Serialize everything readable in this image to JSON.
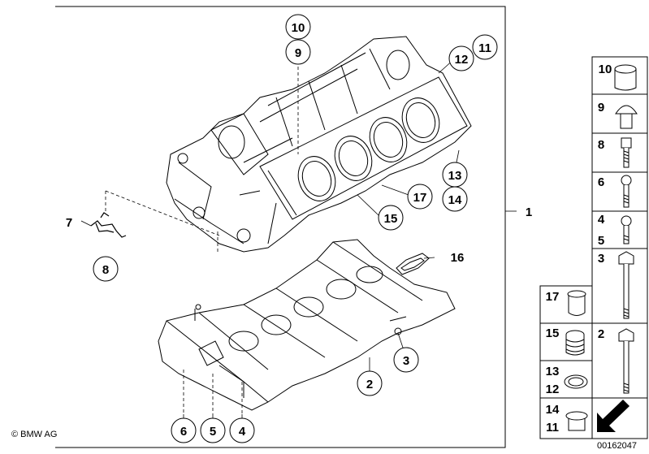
{
  "diagram": {
    "callouts": {
      "c10": "10",
      "c9": "9",
      "c11": "11",
      "c12": "12",
      "c13": "13",
      "c14": "14",
      "c17": "17",
      "c15": "15",
      "c7": "7",
      "c8": "8",
      "c16": "16",
      "c1": "1",
      "c3": "3",
      "c2": "2",
      "c6": "6",
      "c5": "5",
      "c4": "4"
    },
    "legend": [
      {
        "top": "10",
        "bottom": ""
      },
      {
        "top": "9",
        "bottom": ""
      },
      {
        "top": "8",
        "bottom": ""
      },
      {
        "top": "6",
        "bottom": ""
      },
      {
        "top": "4",
        "bottom": "5"
      },
      {
        "top": "3",
        "bottom": ""
      },
      {
        "top": "2",
        "bottom": ""
      },
      {
        "top": "17",
        "bottom": ""
      },
      {
        "top": "15",
        "bottom": ""
      },
      {
        "top": "13",
        "bottom": "12"
      },
      {
        "top": "14",
        "bottom": "11"
      }
    ],
    "copyright": "© BMW AG",
    "part_number": "00162047"
  },
  "colors": {
    "line": "#000000",
    "background": "#ffffff",
    "grey": "#d8d8d8"
  }
}
